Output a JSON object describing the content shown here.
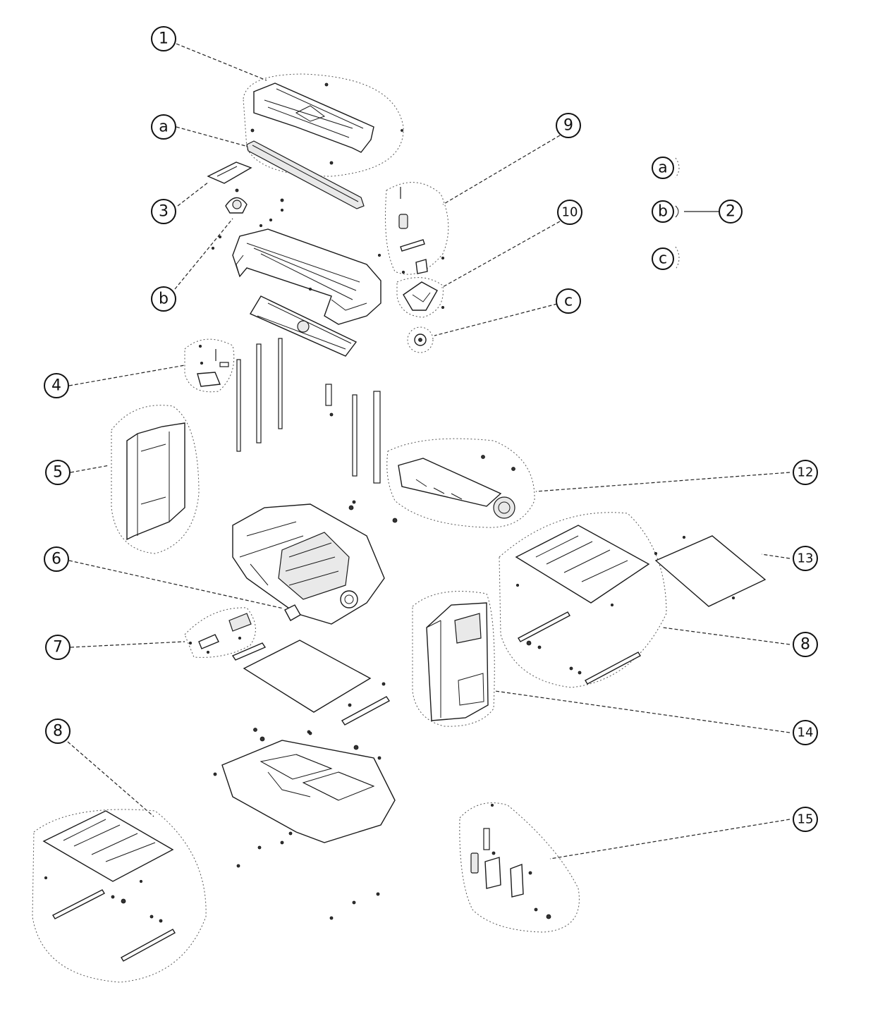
{
  "callouts": {
    "c1": "1",
    "ca": "a",
    "c3": "3",
    "cb": "b",
    "c9": "9",
    "c10": "10",
    "cc": "c",
    "c4": "4",
    "c5": "5",
    "c6": "6",
    "c7": "7",
    "c8a": "8",
    "c12": "12",
    "c13": "13",
    "c8b": "8",
    "c14": "14",
    "c15": "15"
  },
  "legend": {
    "a": "a",
    "b": "b",
    "c": "c",
    "group": "2"
  }
}
